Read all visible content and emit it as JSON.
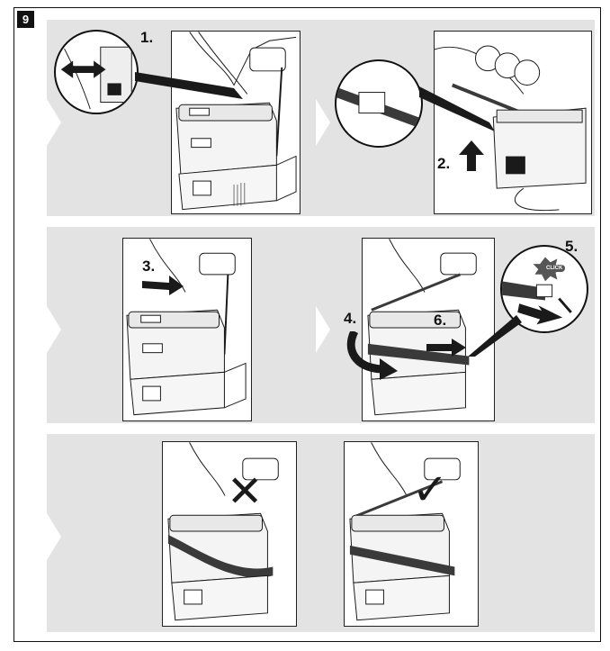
{
  "figure": {
    "step_number": "9",
    "labels": {
      "s1": "1.",
      "s2": "2.",
      "s3": "3.",
      "s4": "4.",
      "s5": "5.",
      "s6": "6.",
      "click": "CLICK"
    },
    "marks": {
      "wrong": "✕",
      "correct": "✓"
    }
  },
  "colors": {
    "band": "#e3e3e3",
    "line": "#1a1a1a",
    "strap": "#3a3a3a"
  }
}
